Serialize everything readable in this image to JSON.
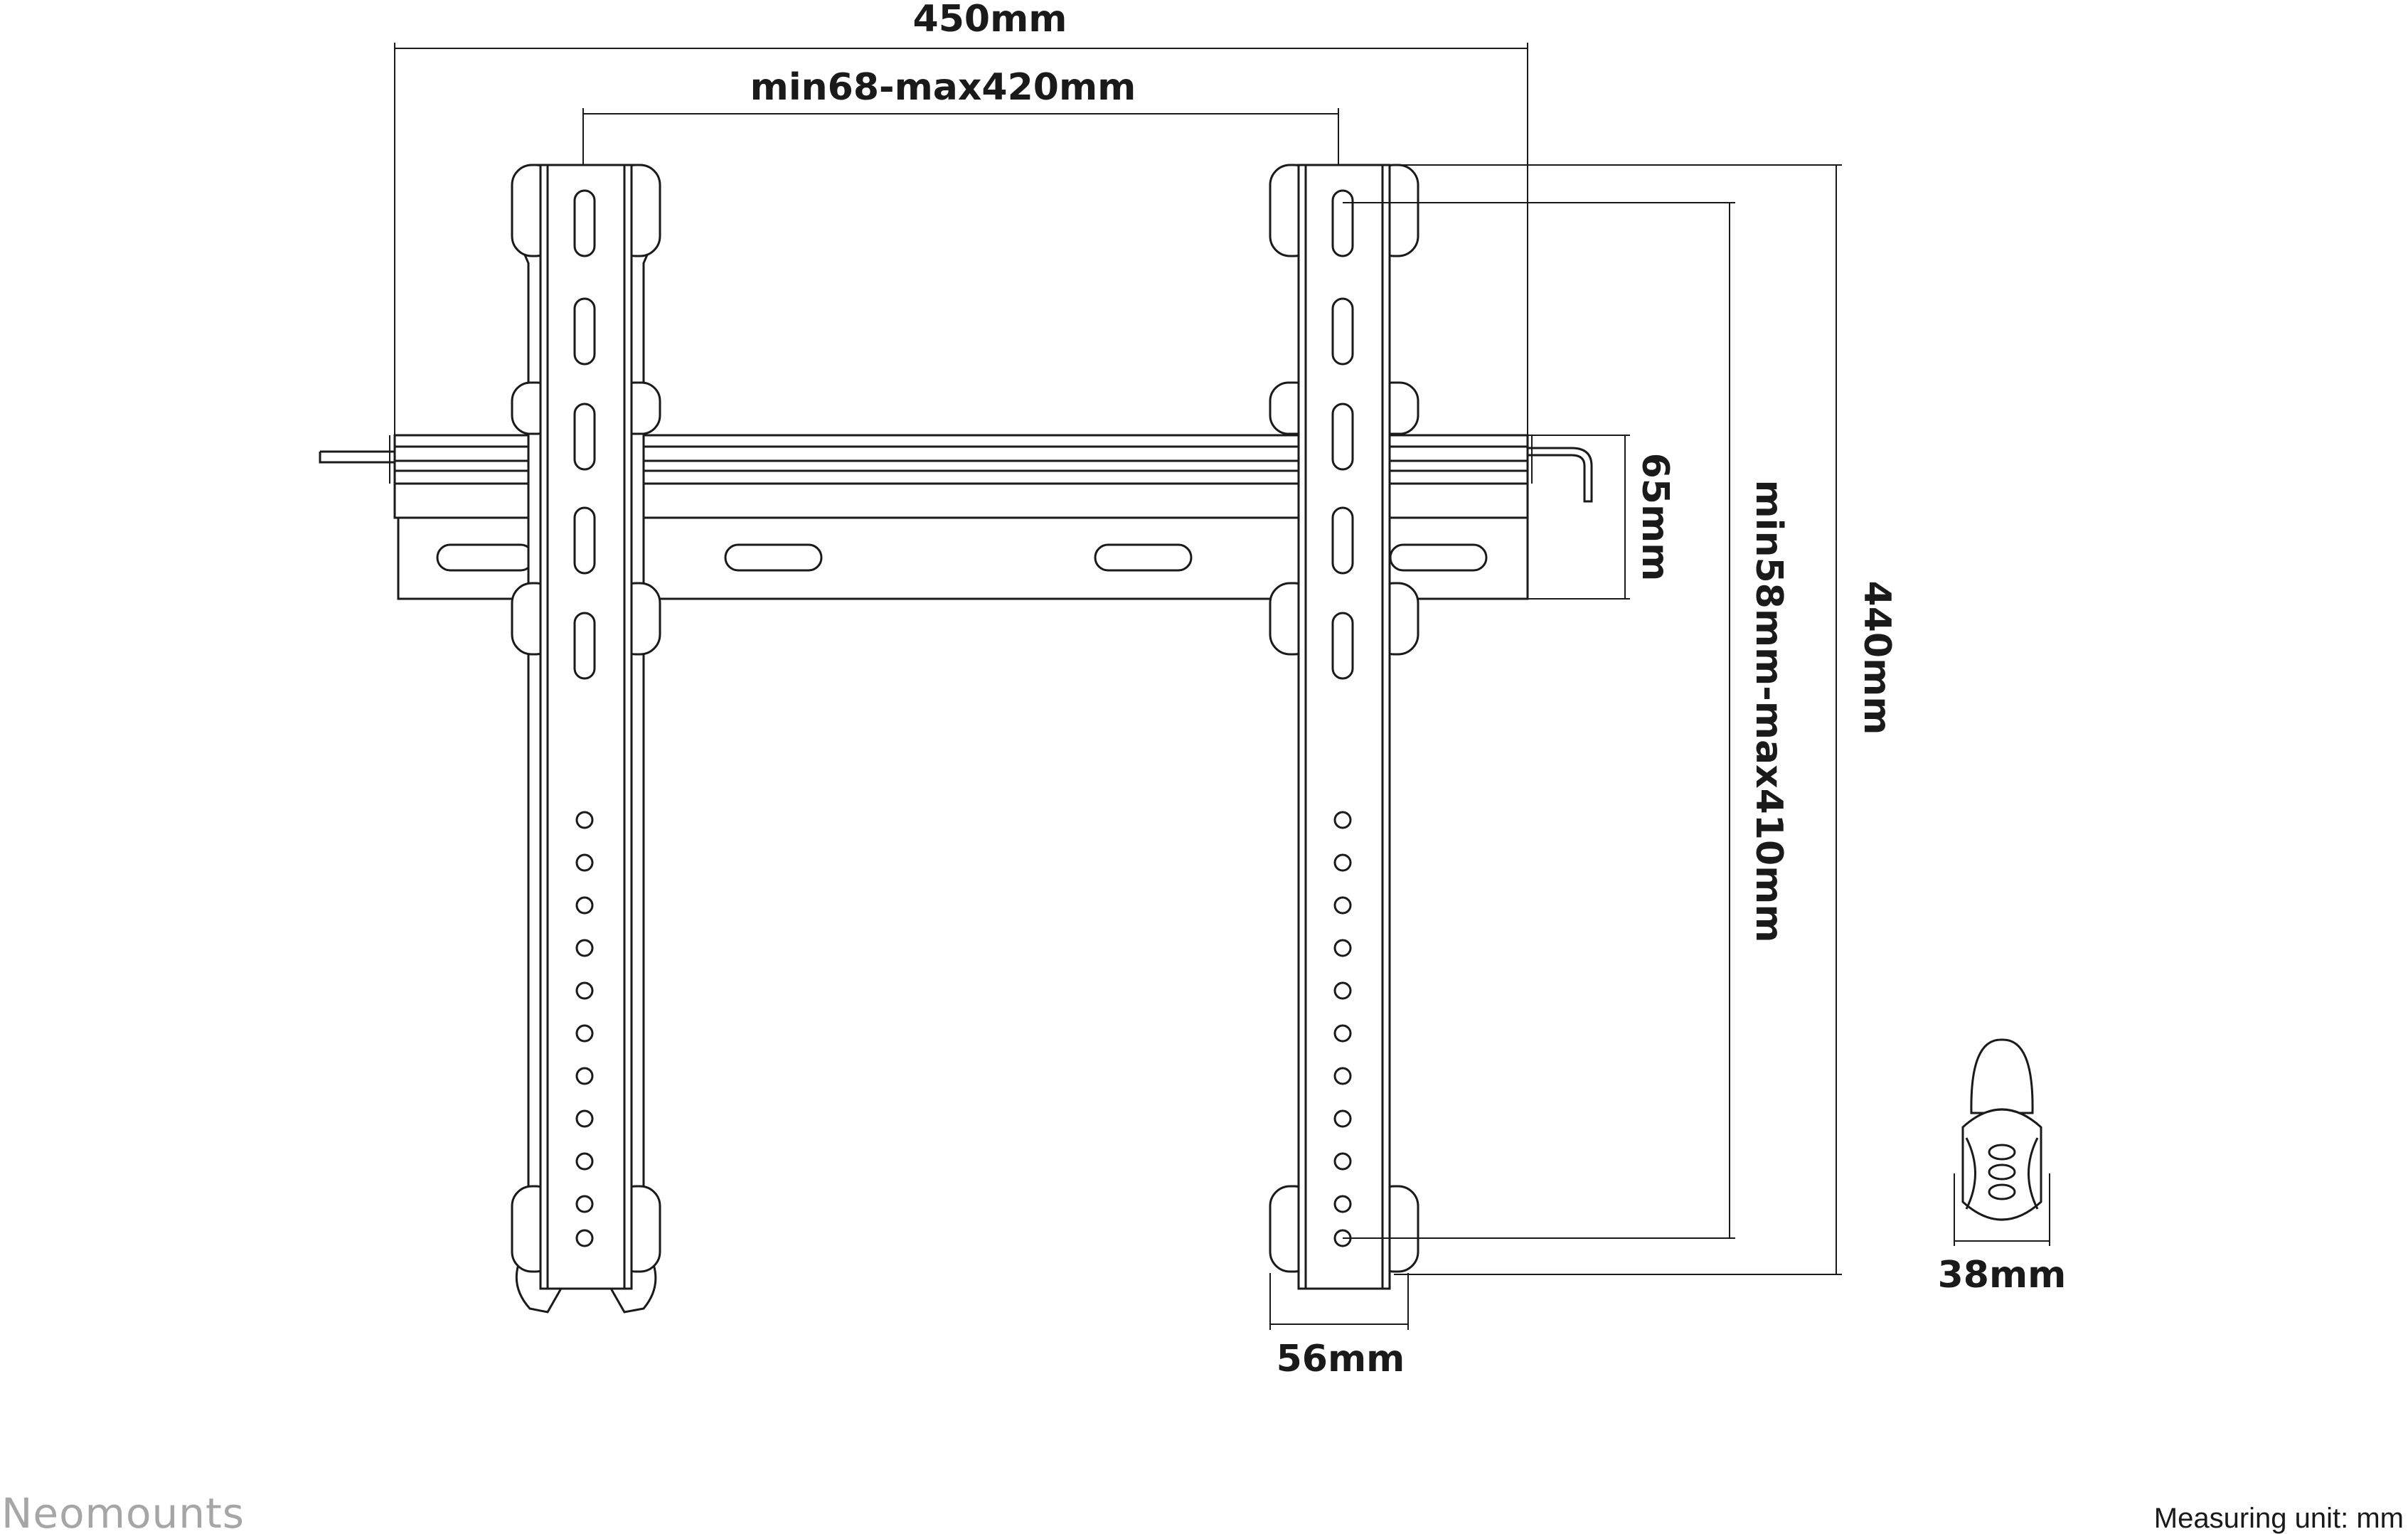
{
  "diagram": {
    "dimensions": {
      "overall_width": "450mm",
      "hole_spacing_horizontal": "min68-max420mm",
      "rail_height": "65mm",
      "hole_spacing_vertical": "min58mm-max410mm",
      "overall_height": "440mm",
      "strap_width": "56mm",
      "wall_distance": "38mm"
    }
  },
  "footer": {
    "brand": "Neomounts",
    "measuring_unit": "Measuring unit: mm"
  }
}
